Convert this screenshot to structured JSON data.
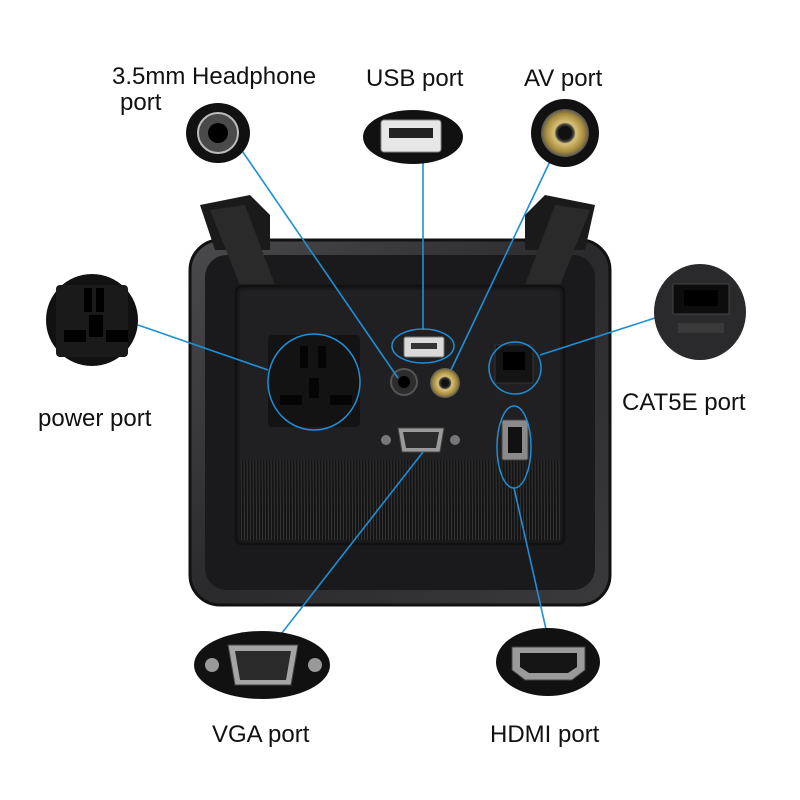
{
  "labels": {
    "headphone_line1": "3.5mm Headphone",
    "headphone_line2": "port",
    "usb": "USB port",
    "av": "AV port",
    "power": "power port",
    "cat5e": "CAT5E port",
    "vga": "VGA port",
    "hdmi": "HDMI port"
  },
  "colors": {
    "leader_line": "#1e8fd6",
    "panel_dark": "#1c1c1e",
    "panel_frame": "#2e2e30",
    "text": "#111111"
  },
  "icons": [
    "headphone-jack-icon",
    "usb-port-icon",
    "av-rca-port-icon",
    "power-socket-icon",
    "rj45-port-icon",
    "vga-port-icon",
    "hdmi-port-icon"
  ]
}
